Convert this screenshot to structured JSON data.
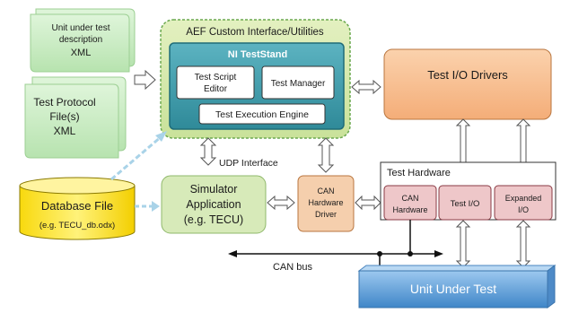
{
  "scroll_top": {
    "line1": "Unit under test",
    "line2": "description",
    "line3": "XML"
  },
  "scroll_bottom": {
    "line1": "Test Protocol",
    "line2": "File(s)",
    "line3": "XML"
  },
  "aef": {
    "title": "AEF Custom Interface/Utilities"
  },
  "teststand": {
    "title": "NI TestStand",
    "script_editor": {
      "line1": "Test Script",
      "line2": "Editor"
    },
    "test_manager": "Test Manager",
    "execution_engine": "Test Execution Engine"
  },
  "io_drivers": "Test I/O Drivers",
  "udp_interface": "UDP Interface",
  "database": {
    "title": "Database File",
    "subtitle": "(e.g. TECU_db.odx)"
  },
  "simulator": {
    "line1": "Simulator",
    "line2": "Application",
    "line3": "(e.g. TECU)"
  },
  "can_driver": {
    "line1": "CAN",
    "line2": "Hardware",
    "line3": "Driver"
  },
  "test_hardware": {
    "title": "Test Hardware",
    "can_hw": {
      "line1": "CAN",
      "line2": "Hardware"
    },
    "test_io": "Test I/O",
    "expanded_io": {
      "line1": "Expanded",
      "line2": "I/O"
    }
  },
  "can_bus": "CAN bus",
  "uut": "Unit Under Test",
  "colors": {
    "scroll": "#c9ecc4",
    "aef_bg": "#d4e8a6",
    "teststand_bg": "#3f9aa8",
    "io_drivers": "#f7c095",
    "database": "#fbe12a",
    "simulator": "#d7eab9",
    "can_driver": "#f5cfad",
    "hw_box": "#eec7c9",
    "uut": "#62a3dc"
  }
}
